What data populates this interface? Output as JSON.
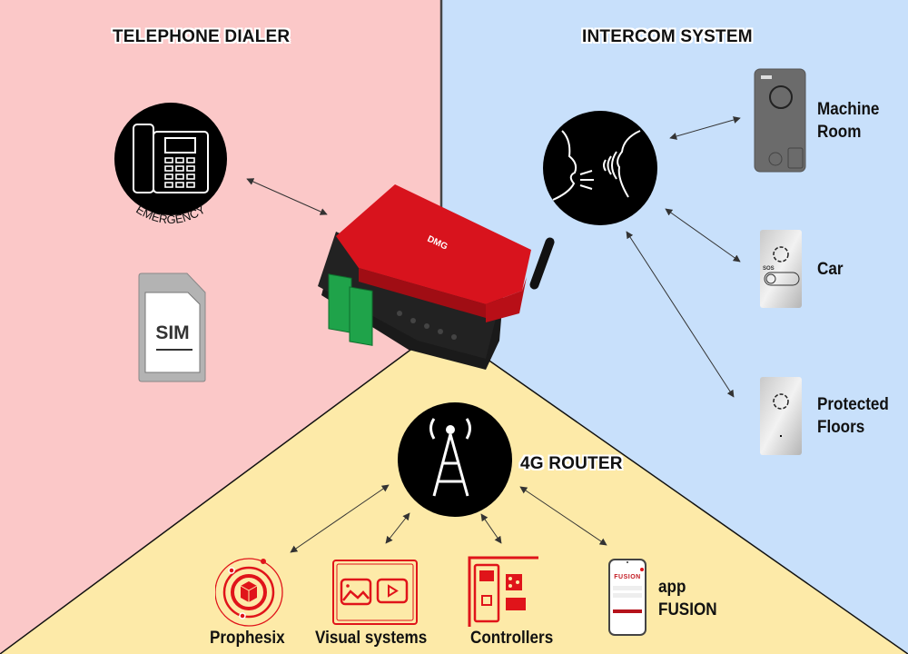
{
  "sections": {
    "telephone_dialer": {
      "title": "TELEPHONE DIALER",
      "color": "#fbc8c8"
    },
    "intercom_system": {
      "title": "INTERCOM SYSTEM",
      "color": "#c8e0fb"
    },
    "router": {
      "title": "4G ROUTER",
      "color": "#fdeaa8"
    }
  },
  "telephone": {
    "caption": "EMERGENCY",
    "icon": "desk-phone-icon"
  },
  "sim": {
    "label": "SIM",
    "icon": "sim-card-icon"
  },
  "device": {
    "name": "GSM dialer / router module",
    "icon": "device-icon",
    "brand": "DMG"
  },
  "intercom": {
    "icon": "speaking-heads-icon",
    "endpoints": [
      {
        "label_line1": "Machine",
        "label_line2": "Room",
        "icon": "machine-room-panel-icon"
      },
      {
        "label_line1": "Car",
        "label_line2": "",
        "icon": "car-panel-icon",
        "panel_text": "SOS"
      },
      {
        "label_line1": "Protected",
        "label_line2": "Floors",
        "icon": "floor-panel-icon"
      }
    ]
  },
  "router_icon": "cell-tower-icon",
  "services": [
    {
      "label": "Prophesix",
      "icon": "prophesix-icon"
    },
    {
      "label": "Visual systems",
      "icon": "visual-systems-icon"
    },
    {
      "label": "Controllers",
      "icon": "controllers-icon"
    },
    {
      "label_line1": "app",
      "label_line2": "FUSION",
      "icon": "smartphone-app-icon",
      "app_brand": "FUSION"
    }
  ],
  "colors": {
    "accent_red": "#e0141a",
    "dark": "#000000",
    "arrow": "#333333"
  }
}
